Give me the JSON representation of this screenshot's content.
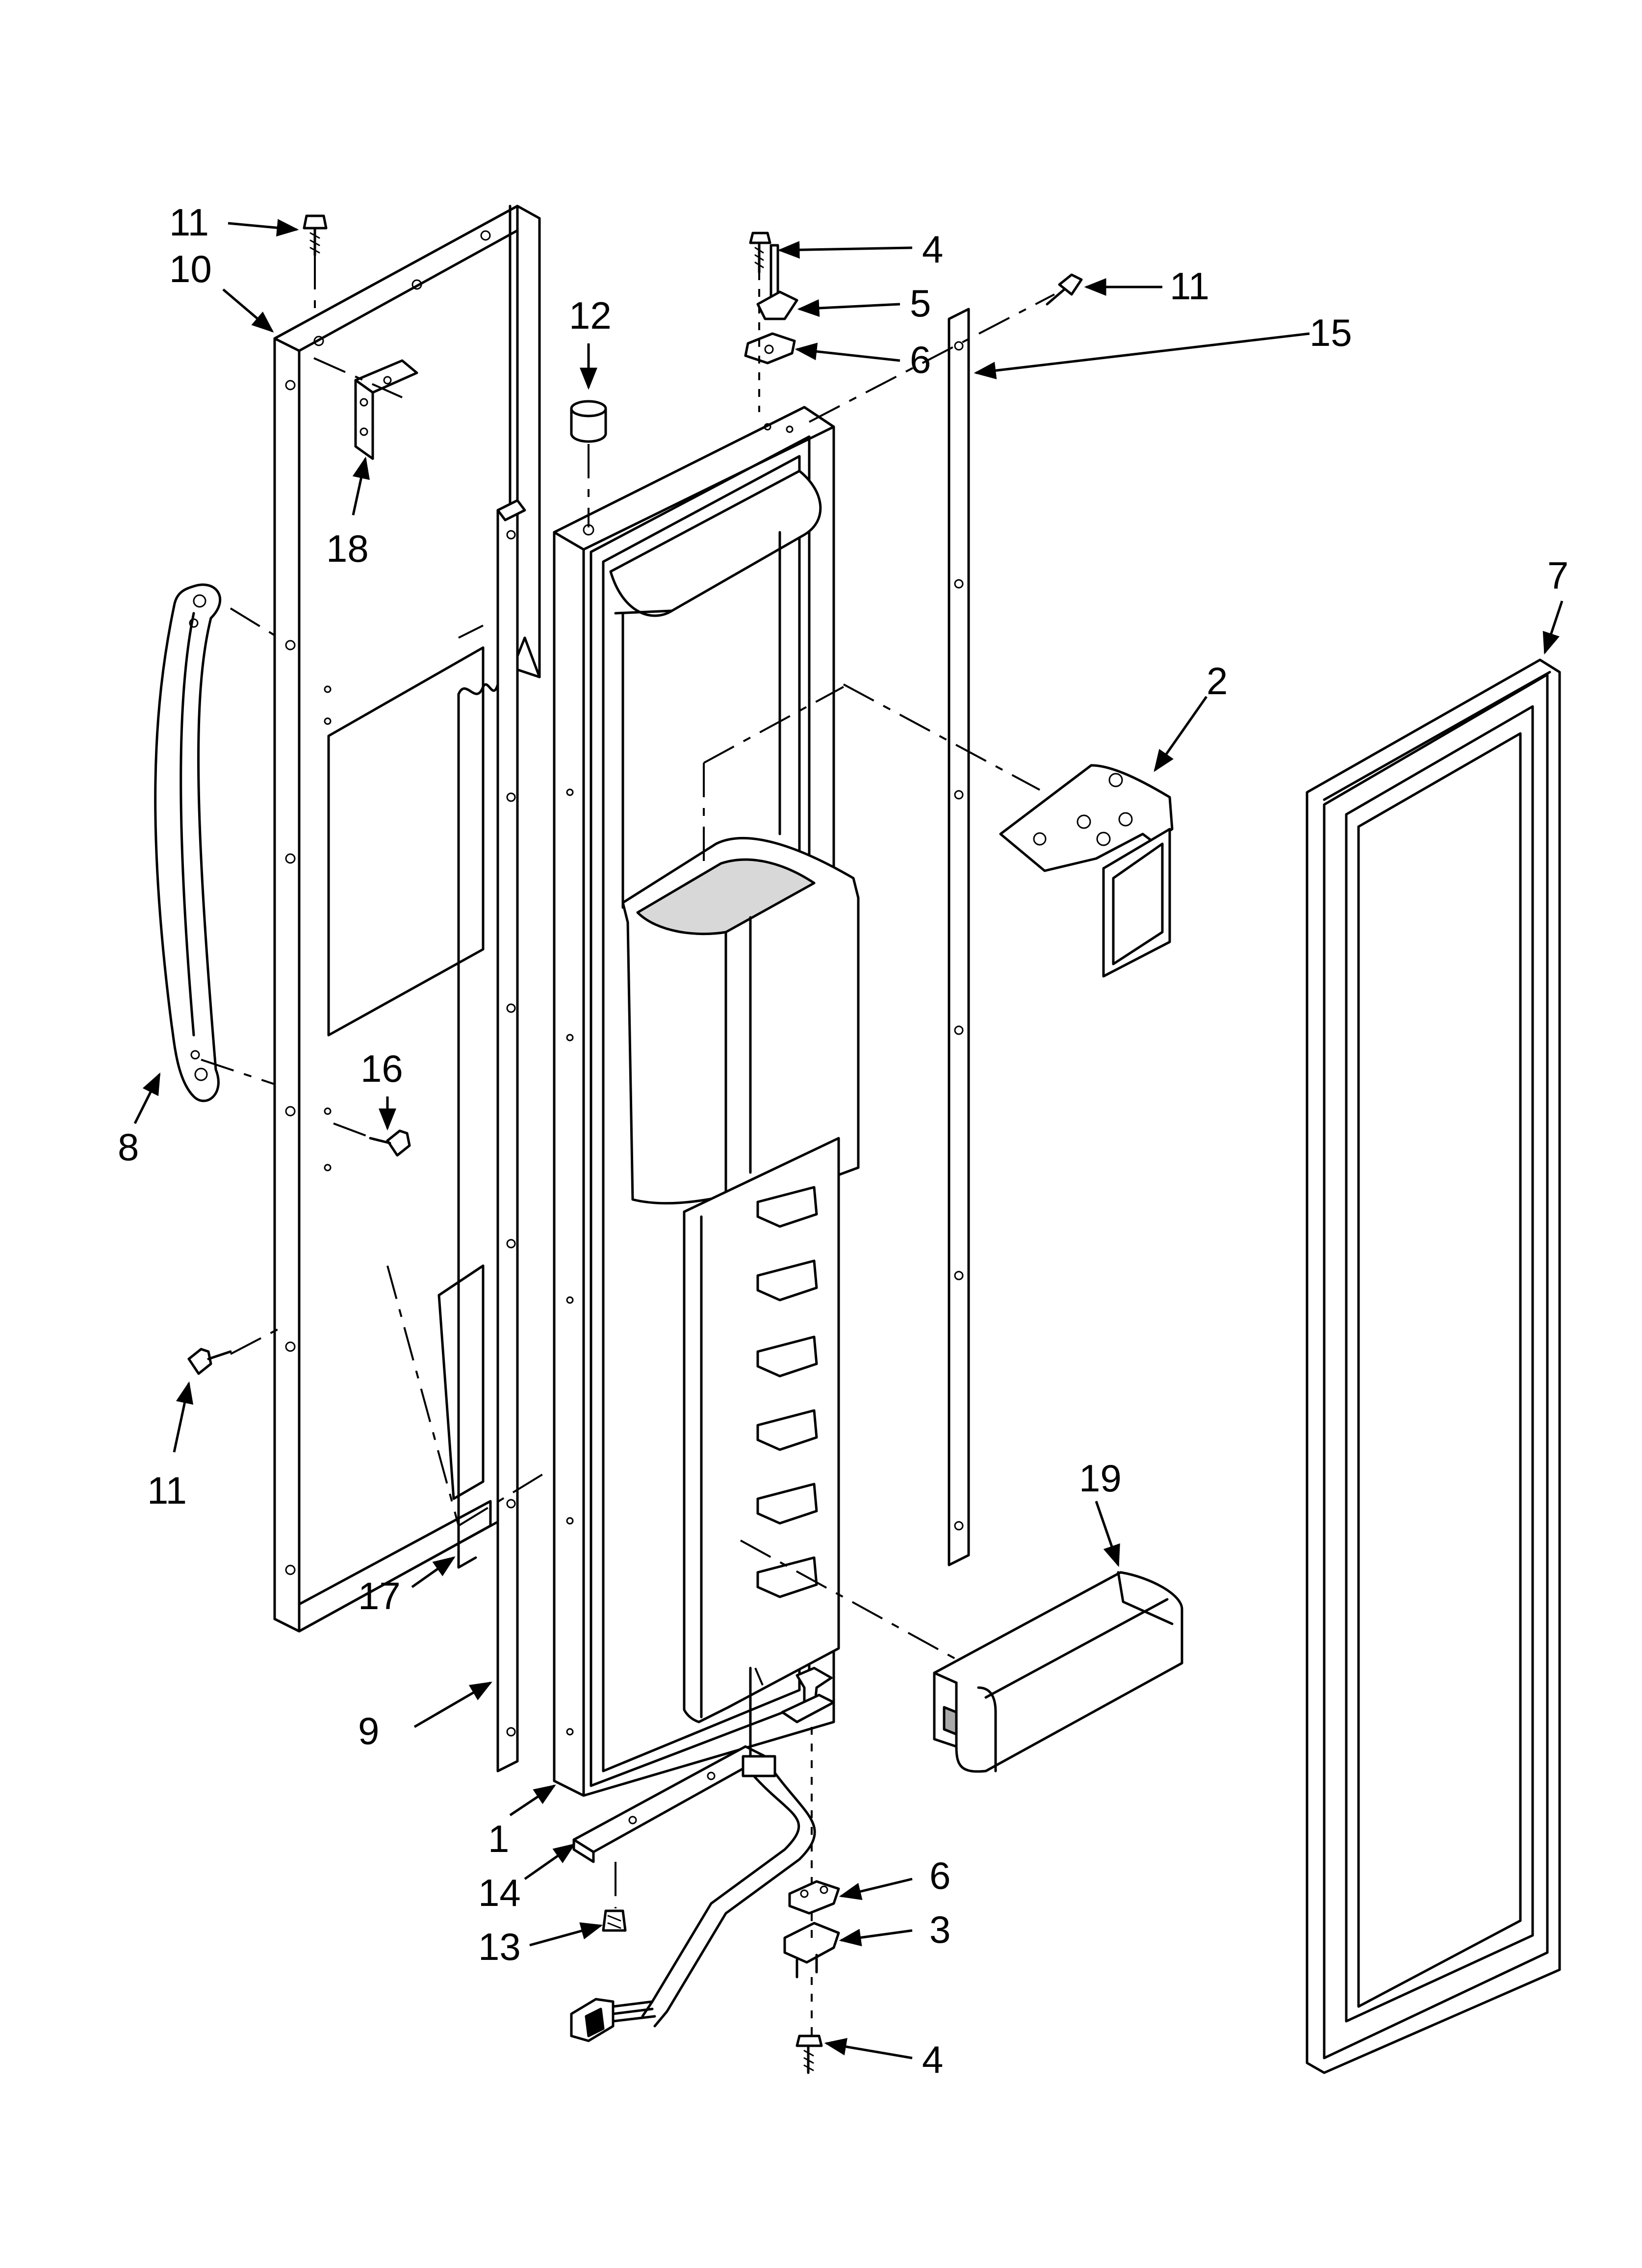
{
  "diagram": {
    "callouts": [
      {
        "id": "c-11a",
        "label": "11"
      },
      {
        "id": "c-10",
        "label": "10"
      },
      {
        "id": "c-18",
        "label": "18"
      },
      {
        "id": "c-12",
        "label": "12"
      },
      {
        "id": "c-4a",
        "label": "4"
      },
      {
        "id": "c-5",
        "label": "5"
      },
      {
        "id": "c-6a",
        "label": "6"
      },
      {
        "id": "c-11b",
        "label": "11"
      },
      {
        "id": "c-15",
        "label": "15"
      },
      {
        "id": "c-7",
        "label": "7"
      },
      {
        "id": "c-2",
        "label": "2"
      },
      {
        "id": "c-16",
        "label": "16"
      },
      {
        "id": "c-8",
        "label": "8"
      },
      {
        "id": "c-11c",
        "label": "11"
      },
      {
        "id": "c-17",
        "label": "17"
      },
      {
        "id": "c-9",
        "label": "9"
      },
      {
        "id": "c-19",
        "label": "19"
      },
      {
        "id": "c-1",
        "label": "1"
      },
      {
        "id": "c-14",
        "label": "14"
      },
      {
        "id": "c-13",
        "label": "13"
      },
      {
        "id": "c-6b",
        "label": "6"
      },
      {
        "id": "c-3",
        "label": "3"
      },
      {
        "id": "c-4b",
        "label": "4"
      }
    ]
  }
}
